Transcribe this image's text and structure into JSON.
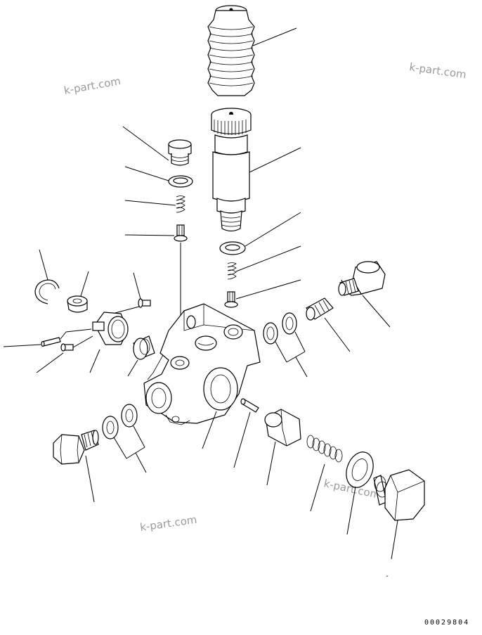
{
  "diagram": {
    "watermarks": [
      "k-part.com",
      "k-part.com",
      "k-part.com",
      "k-part.com"
    ],
    "drawing_code": "00029804",
    "stray_mark": "-"
  }
}
